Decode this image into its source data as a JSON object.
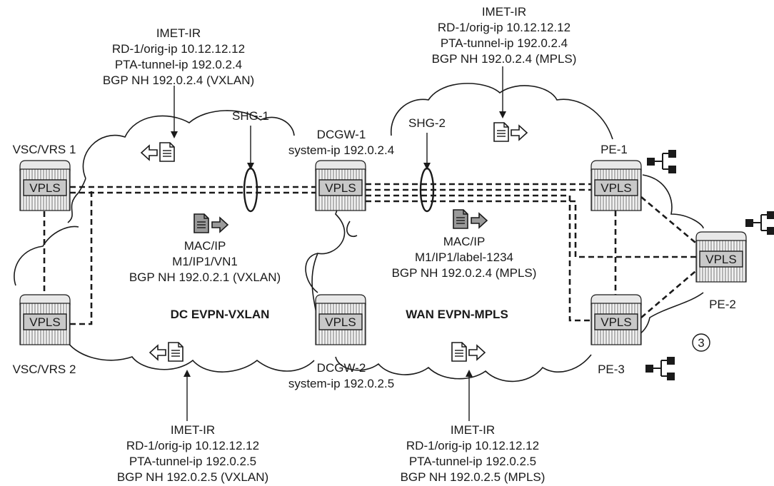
{
  "clouds": {
    "dc_label": "DC EVPN-VXLAN",
    "wan_label": "WAN EVPN-MPLS"
  },
  "nodes": {
    "vsc1": {
      "name": "VSC/VRS 1",
      "service": "VPLS"
    },
    "vsc2": {
      "name": "VSC/VRS 2",
      "service": "VPLS"
    },
    "dcgw1": {
      "name": "DCGW-1",
      "system_ip": "system-ip 192.0.2.4",
      "service": "VPLS"
    },
    "dcgw2": {
      "name": "DCGW-2",
      "system_ip": "system-ip 192.0.2.5",
      "service": "VPLS"
    },
    "pe1": {
      "name": "PE-1",
      "service": "VPLS"
    },
    "pe2": {
      "name": "PE-2",
      "service": "VPLS"
    },
    "pe3": {
      "name": "PE-3",
      "service": "VPLS"
    }
  },
  "split_horizon_groups": {
    "shg1": "SHG-1",
    "shg2": "SHG-2"
  },
  "routes": {
    "imet_dcgw1_vxlan": [
      "IMET-IR",
      "RD-1/orig-ip 10.12.12.12",
      "PTA-tunnel-ip 192.0.2.4",
      "BGP NH 192.0.2.4 (VXLAN)"
    ],
    "imet_dcgw1_mpls": [
      "IMET-IR",
      "RD-1/orig-ip 10.12.12.12",
      "PTA-tunnel-ip 192.0.2.4",
      "BGP NH 192.0.2.4 (MPLS)"
    ],
    "mac_ip_vxlan": [
      "MAC/IP",
      "M1/IP1/VN1",
      "BGP NH 192.0.2.1 (VXLAN)"
    ],
    "mac_ip_mpls": [
      "MAC/IP",
      "M1/IP1/label-1234",
      "BGP NH 192.0.2.4 (MPLS)"
    ],
    "imet_dcgw2_vxlan": [
      "IMET-IR",
      "RD-1/orig-ip 10.12.12.12",
      "PTA-tunnel-ip 192.0.2.5",
      "BGP NH 192.0.2.5 (VXLAN)"
    ],
    "imet_dcgw2_mpls": [
      "IMET-IR",
      "RD-1/orig-ip 10.12.12.12",
      "PTA-tunnel-ip 192.0.2.5",
      "BGP NH 192.0.2.5 (MPLS)"
    ]
  },
  "step_marker": "3"
}
